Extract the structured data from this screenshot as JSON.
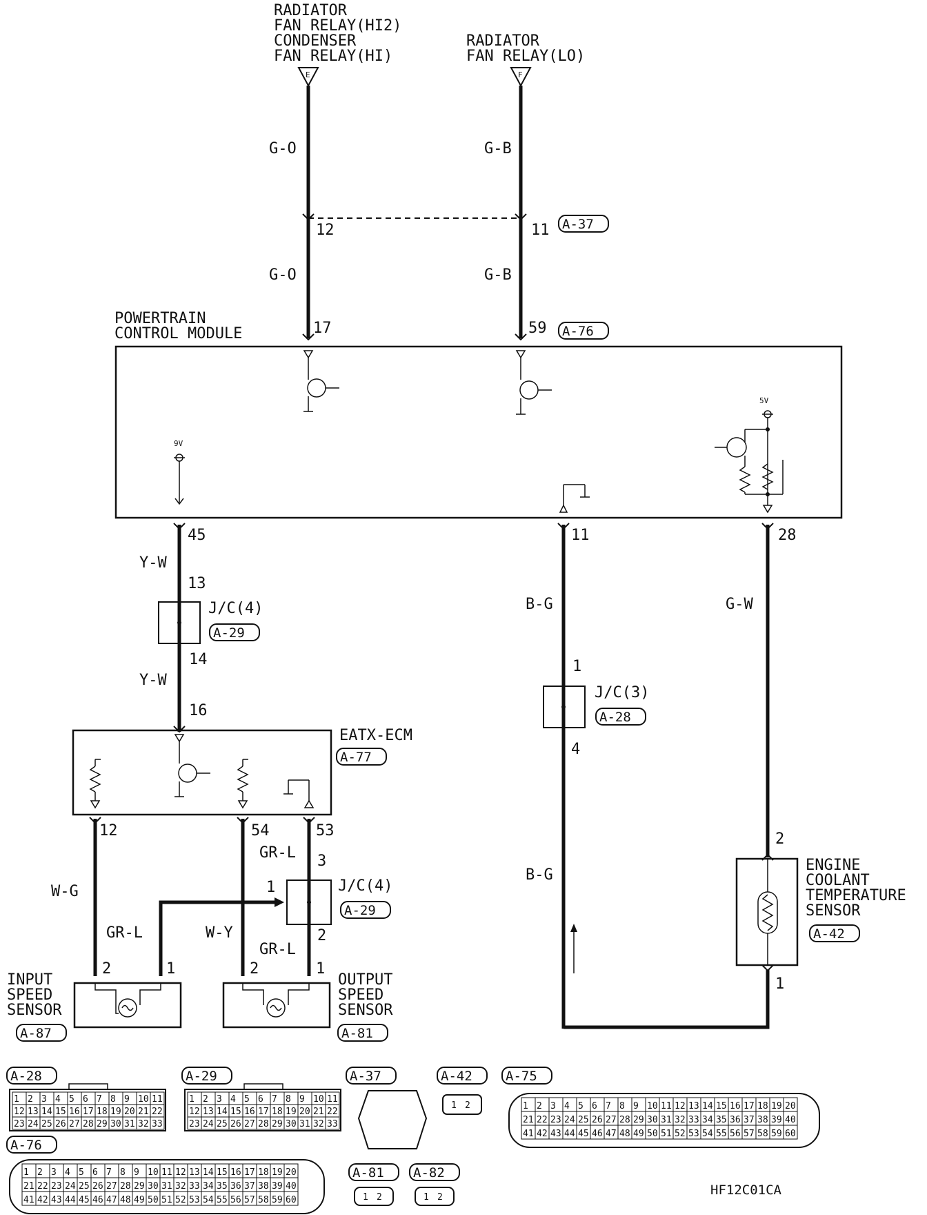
{
  "top_sources": {
    "left": {
      "lines": [
        "RADIATOR",
        "FAN RELAY(HI2)",
        "CONDENSER",
        "FAN RELAY(HI)"
      ],
      "terminal": "E"
    },
    "right": {
      "lines": [
        "RADIATOR",
        "FAN RELAY(LO)"
      ],
      "terminal": "F"
    }
  },
  "wires": {
    "g_o": "G-O",
    "g_b": "G-B",
    "y_w": "Y-W",
    "b_g": "B-G",
    "g_w": "G-W",
    "w_g": "W-G",
    "gr_l": "GR-L",
    "w_y": "W-Y"
  },
  "connector_a37": {
    "left_pin": "12",
    "right_pin": "11",
    "tag": "A-37"
  },
  "pcm": {
    "title_line1": "POWERTRAIN",
    "title_line2": "CONTROL MODULE",
    "tag": "A-76",
    "pins": [
      "17",
      "59",
      "45",
      "11",
      "28"
    ],
    "voltage_left": "9V",
    "voltage_right": "5V"
  },
  "jc4_upper": {
    "label": "J/C(4)",
    "tag": "A-29",
    "pin_in": "13",
    "pin_out": "14"
  },
  "jc3": {
    "label": "J/C(3)",
    "tag": "A-28",
    "pin_in": "1",
    "pin_out": "4"
  },
  "eatx": {
    "title": "EATX-ECM",
    "tag": "A-77",
    "pin_top": "16",
    "pins": [
      "12",
      "54",
      "53"
    ]
  },
  "jc4_lower": {
    "label": "J/C(4)",
    "tag": "A-29",
    "pin_top": "3",
    "pin_left": "1",
    "pin_bottom": "2"
  },
  "input_sensor": {
    "lines": [
      "INPUT",
      "SPEED",
      "SENSOR"
    ],
    "tag": "A-87",
    "pins": [
      "2",
      "1"
    ]
  },
  "output_sensor": {
    "lines": [
      "OUTPUT",
      "SPEED",
      "SENSOR"
    ],
    "tag": "A-81",
    "pins": [
      "2",
      "1"
    ]
  },
  "ect_sensor": {
    "lines": [
      "ENGINE",
      "COOLANT",
      "TEMPERATURE",
      "SENSOR"
    ],
    "tag": "A-42",
    "pins": [
      "2",
      "1"
    ]
  },
  "connector_tags": [
    "A-28",
    "A-29",
    "A-37",
    "A-42",
    "A-75",
    "A-76",
    "A-81",
    "A-82"
  ],
  "code": "HF12C01CA"
}
